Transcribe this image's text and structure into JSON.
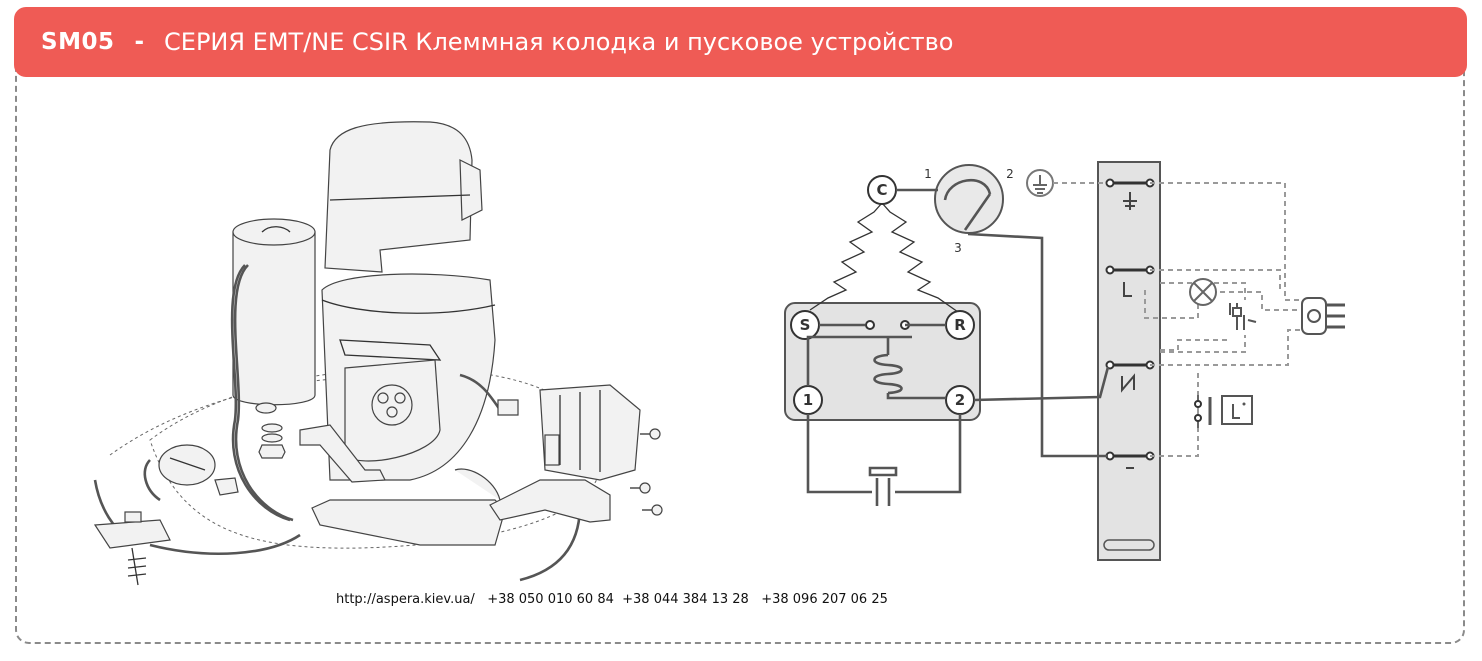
{
  "header": {
    "code": "SM05",
    "separator": "-",
    "title": "СЕРИЯ EMT/NE CSIR Клеммная колодка и пусковое устройство"
  },
  "diagram": {
    "terminals": {
      "common": "C",
      "start": "S",
      "run": "R",
      "relay_1": "1",
      "relay_2": "2"
    },
    "protector_pins": {
      "pin1": "1",
      "pin2": "2",
      "pin3": "3"
    }
  },
  "footer": {
    "contacts": "http://aspera.kiev.ua/   +38 050 010 60 84  +38 044 384 13 28   +38 096 207 06 25"
  },
  "colors": {
    "header_bg": "#ef5b55",
    "header_text": "#ffffff",
    "frame_border": "#8a8a8a",
    "wire": "#555555",
    "wire_dashed": "#9a9a9a"
  }
}
